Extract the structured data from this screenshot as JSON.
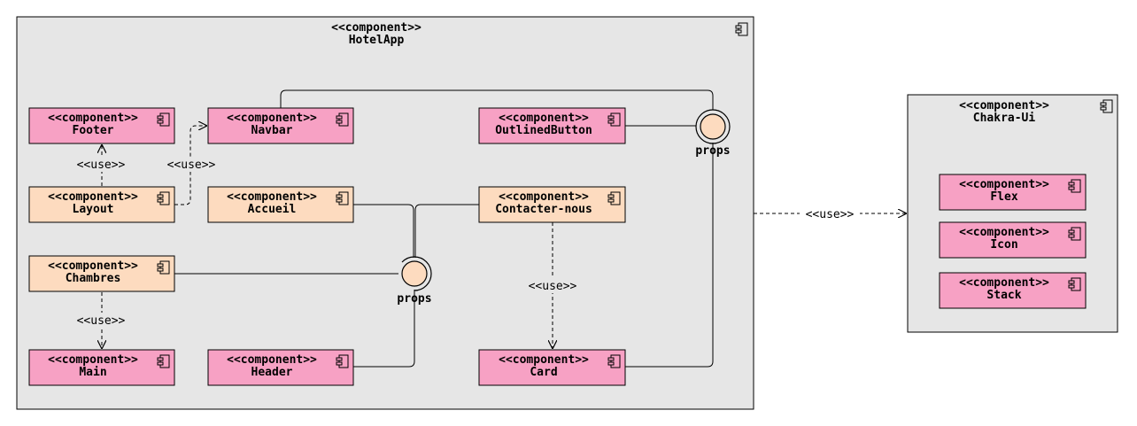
{
  "stereotype": "<<component>>",
  "containers": {
    "hotelapp": {
      "name": "HotelApp"
    },
    "chakra": {
      "name": "Chakra-Ui"
    }
  },
  "components": {
    "footer": "Footer",
    "navbar": "Navbar",
    "outlinedbutton": "OutlinedButton",
    "layout": "Layout",
    "accueil": "Accueil",
    "contacter": "Contacter-nous",
    "chambres": "Chambres",
    "main": "Main",
    "header": "Header",
    "card": "Card",
    "flex": "Flex",
    "icon": "Icon",
    "stack": "Stack"
  },
  "interfaces": {
    "props_top": "props",
    "props_bottom": "props"
  },
  "relations": {
    "use_label": "<<use>>"
  },
  "colors": {
    "container_fill": "#e6e6e6",
    "pink_fill": "#f7a1c4",
    "peach_fill": "#fddbbf",
    "stroke": "#000000"
  }
}
